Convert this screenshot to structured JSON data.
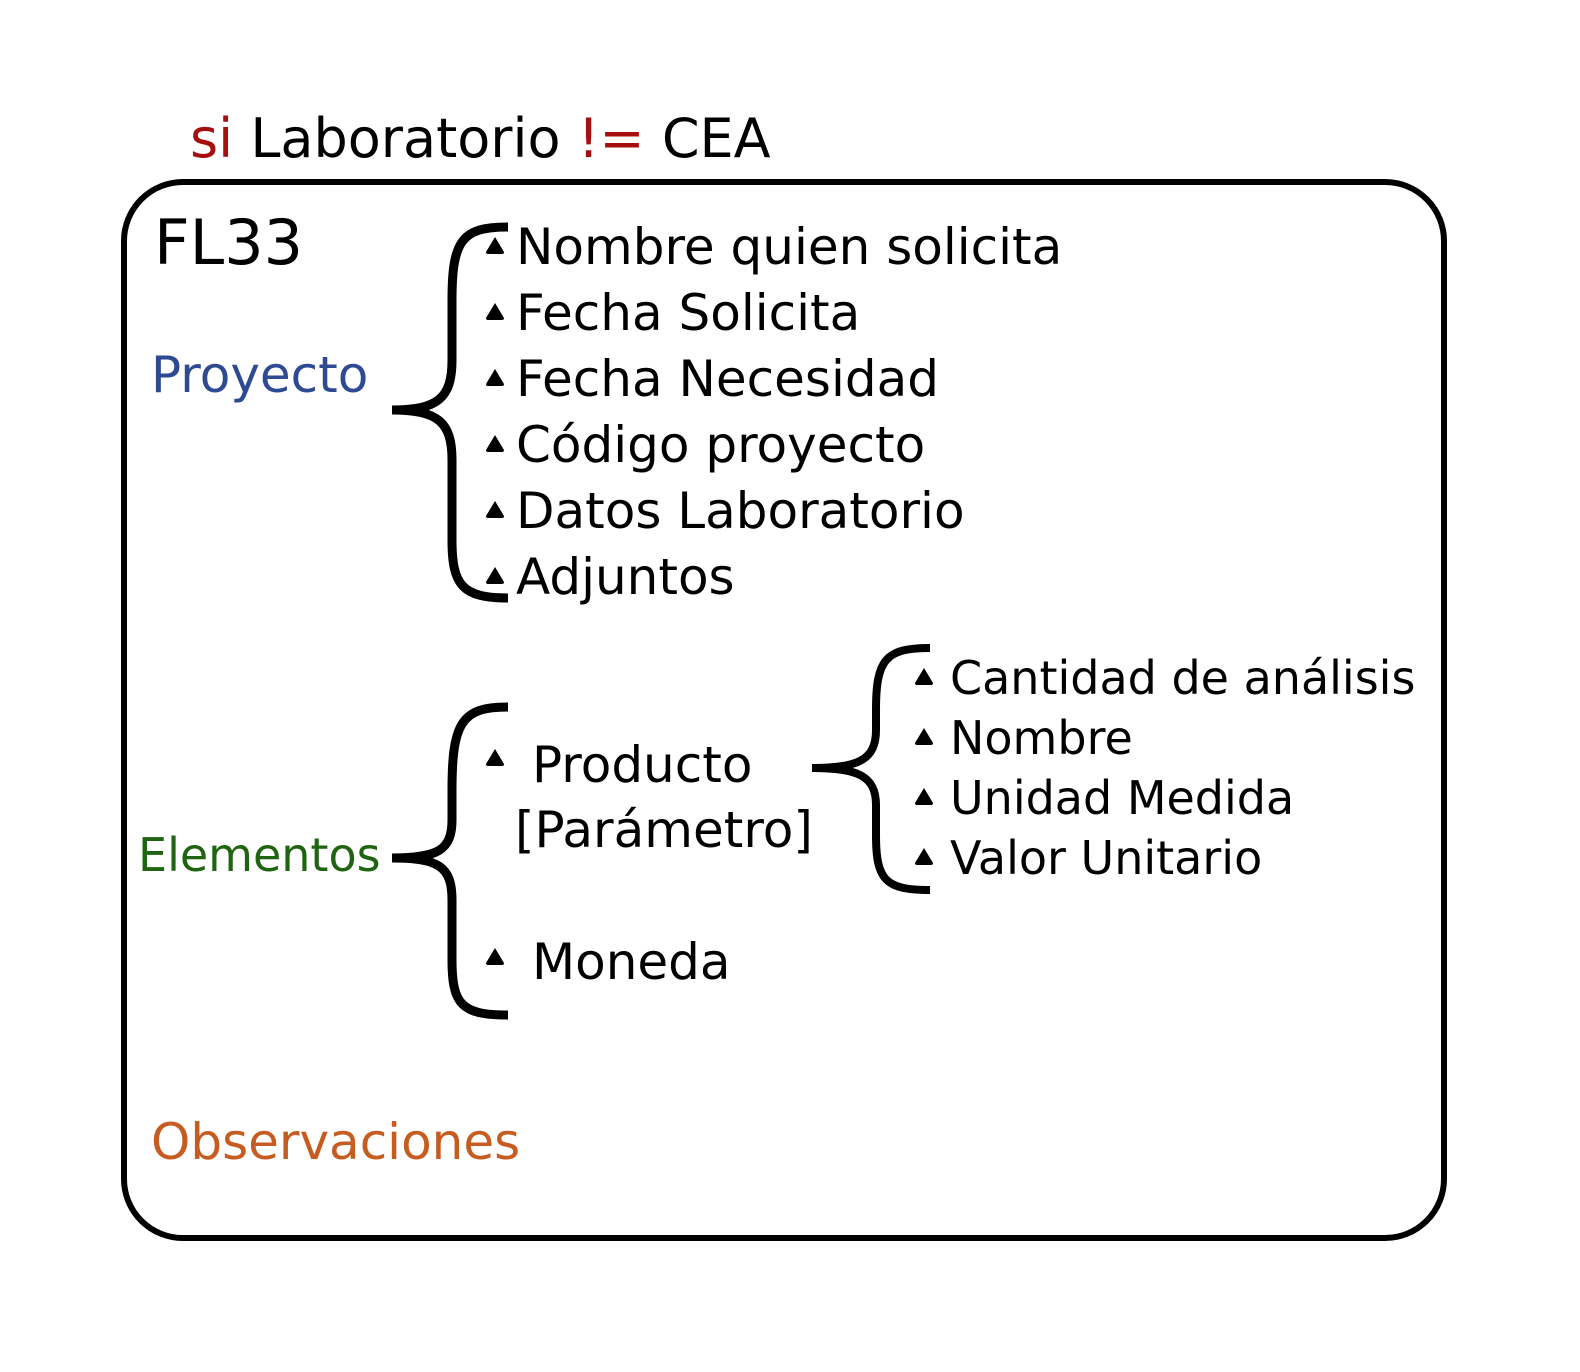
{
  "colors": {
    "keyword": "#a50f0f",
    "proyecto": "#2e4a93",
    "elementos": "#1e6411",
    "observaciones": "#c75c21",
    "ink": "#000000"
  },
  "condition": {
    "keyword_if": "si",
    "subject": "Laboratorio",
    "operator": "!=",
    "value": "CEA"
  },
  "form": {
    "code": "FL33",
    "proyecto": {
      "label": "Proyecto",
      "bullet_icon": "triangle-bullet-icon",
      "fields": [
        "Nombre quien solicita",
        "Fecha Solicita",
        "Fecha Necesidad",
        "Código proyecto",
        "Datos Laboratorio",
        "Adjuntos"
      ]
    },
    "elementos": {
      "label": "Elementos",
      "producto": {
        "label_line1": "Producto",
        "label_line2": "[Parámetro]",
        "fields": [
          "Cantidad de análisis",
          "Nombre",
          "Unidad Medida",
          "Valor Unitario"
        ]
      },
      "moneda": "Moneda"
    },
    "observaciones": {
      "label": "Observaciones"
    }
  }
}
